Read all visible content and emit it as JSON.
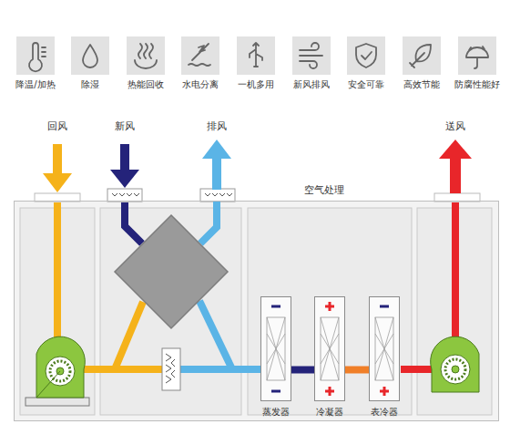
{
  "diagram": {
    "nodes": [
      {
        "text": [
          "降温/加热"
        ]
      },
      {
        "text": [
          "除湿"
        ]
      },
      {
        "text": [
          "热能回收"
        ]
      },
      {
        "text": [
          "水电分离"
        ]
      },
      {
        "text": [
          "一机多用"
        ]
      },
      {
        "text": [
          "新风排风"
        ]
      },
      {
        "text": [
          "安全可靠"
        ]
      },
      {
        "text": [
          "高效节能"
        ]
      },
      {
        "text": [
          "防腐性能好"
        ]
      },
      {
        "text": [
          "空气处理"
        ]
      },
      {
        "text": [
          "蒸发器"
        ],
        "in": 9
      },
      {
        "text": [
          "冷凝器"
        ],
        "in": 9
      },
      {
        "text": [
          "表冷器"
        ],
        "in": 9
      }
    ],
    "edges": [
      {
        "from": 10,
        "to": 11,
        "arrow": "none"
      },
      {
        "from": 11,
        "to": 12,
        "arrow": "none"
      }
    ],
    "labels": [
      "回风",
      "新风",
      "排风",
      "送风"
    ]
  }
}
